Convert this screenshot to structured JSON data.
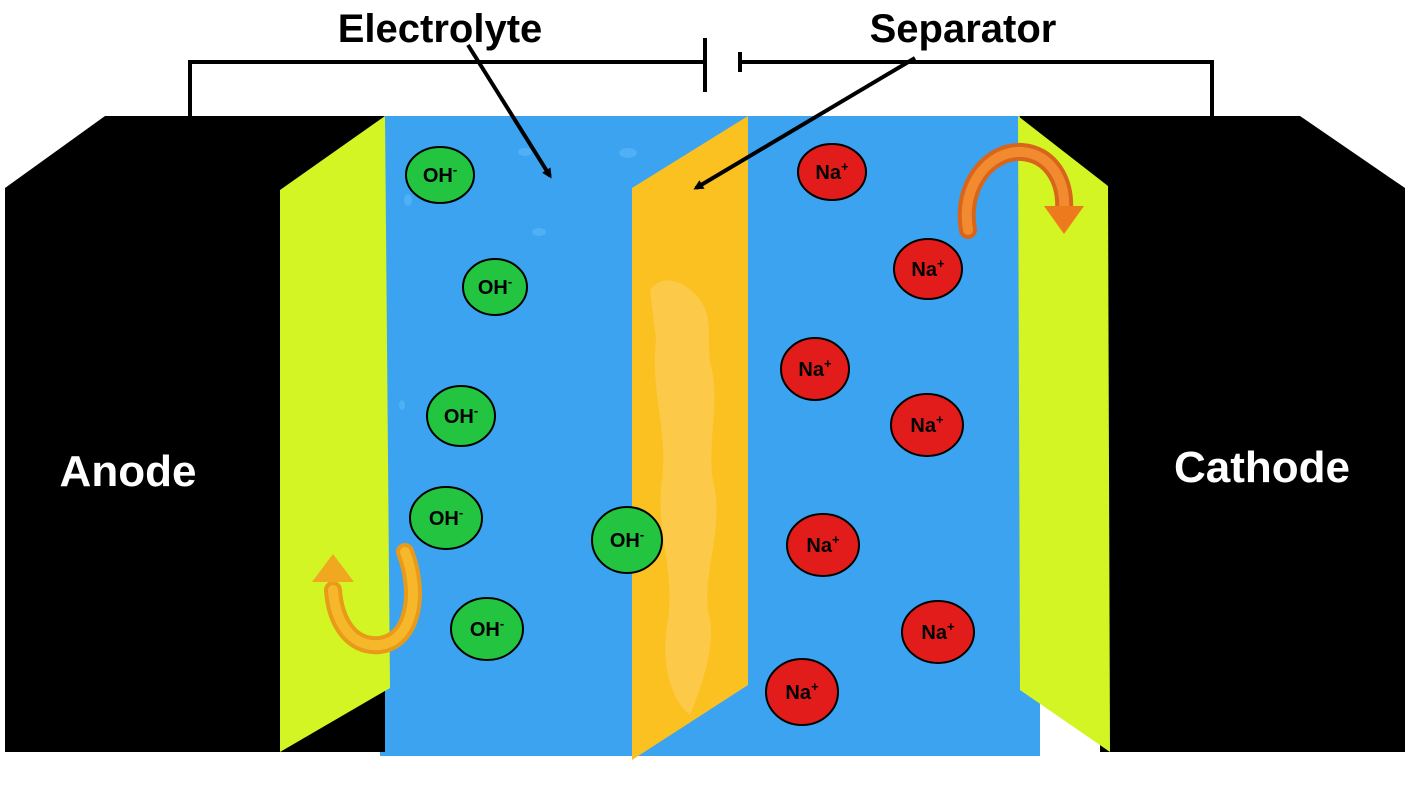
{
  "labels": {
    "electrolyte": "Electrolyte",
    "separator": "Separator",
    "anode": "Anode",
    "cathode": "Cathode"
  },
  "ions": {
    "hydroxide": {
      "base": "OH",
      "charge": "-"
    },
    "sodium": {
      "base": "Na",
      "charge": "+"
    }
  },
  "colors": {
    "electrode": "#000000",
    "electrolyte": "#3ba3f0",
    "current_collector": "#d4f524",
    "separator": "#fbc121",
    "hydroxide_ion": "#22c440",
    "sodium_ion": "#e21b1b",
    "arrow_anode": "#f0a820",
    "arrow_cathode": "#ee7a1e",
    "label_on_dark": "#ffffff",
    "label_on_light": "#000000"
  }
}
